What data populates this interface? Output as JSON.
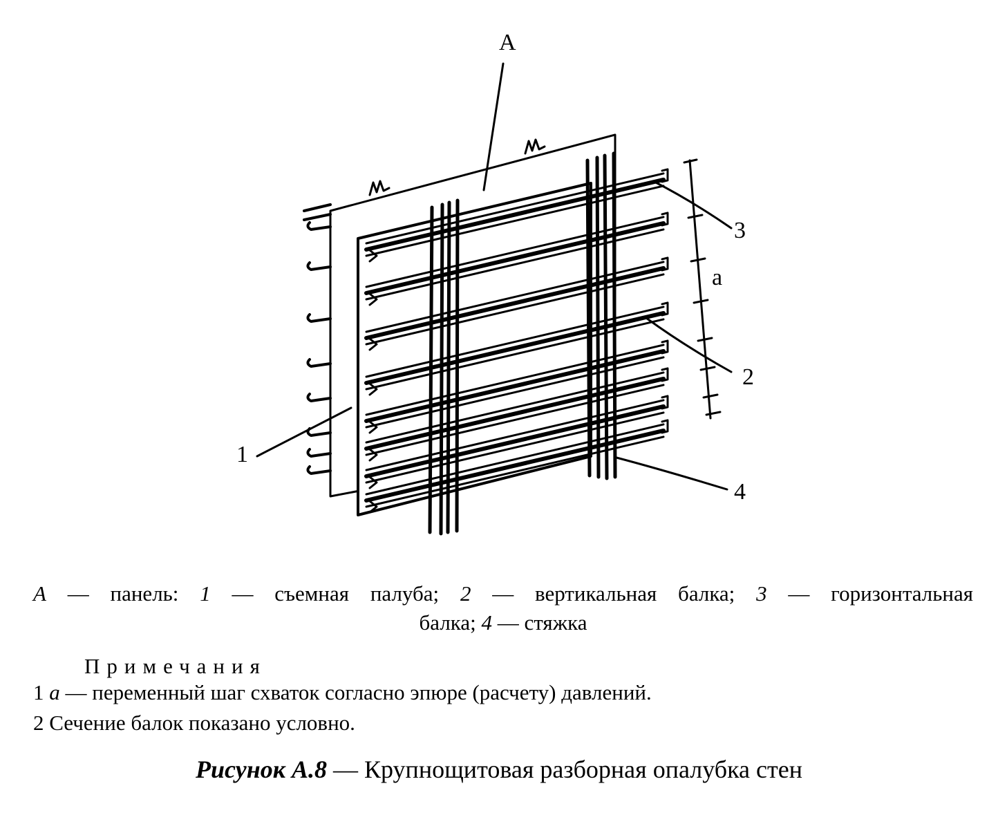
{
  "diagram": {
    "labels": {
      "panel": "А",
      "deck": "1",
      "vertical_beam": "2",
      "horizontal_beam": "3",
      "tie": "4",
      "pitch": "а"
    }
  },
  "legend": {
    "line1": {
      "k_a": "А",
      "t_a": " — панель: ",
      "k_1": "1",
      "t_1": " — съемная палуба; ",
      "k_2": "2",
      "t_2": " — вертикальная балка; ",
      "k_3": "3",
      "t_3": " — горизонтальная"
    },
    "line2": {
      "t_3b": "балка; ",
      "k_4": "4",
      "t_4": " — стяжка"
    }
  },
  "notes": {
    "title": "Примечания",
    "n1_num": "1 ",
    "n1_var": "а",
    "n1_text": " — переменный шаг схваток согласно эпюре (расчету) давлений.",
    "n2": "2 Сечение балок показано условно."
  },
  "figure": {
    "number": "Рисунок А.8",
    "dash": " — ",
    "title": "Крупнощитовая разборная опалубка стен"
  }
}
